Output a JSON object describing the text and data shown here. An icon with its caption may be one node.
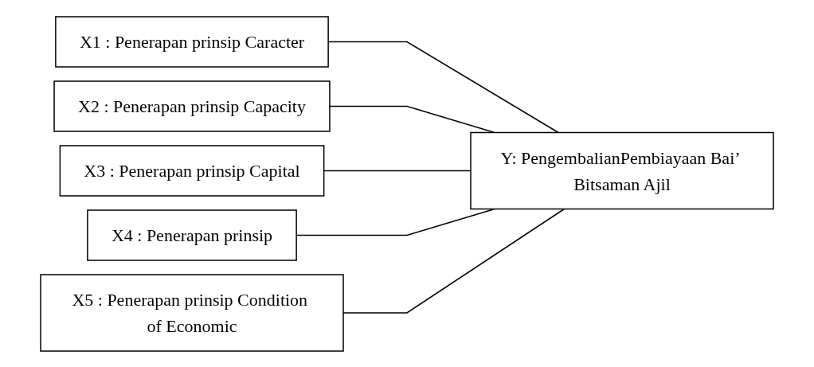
{
  "diagram": {
    "nodes": [
      {
        "text": [
          "X1 : Penerapan prinsip Caracter"
        ]
      },
      {
        "text": [
          "X2 : Penerapan prinsip Capacity"
        ]
      },
      {
        "text": [
          "X3 : Penerapan prinsip Capital"
        ]
      },
      {
        "text": [
          "X4 : Penerapan prinsip"
        ]
      },
      {
        "text": [
          "X5 : Penerapan prinsip Condition of Economic"
        ]
      },
      {
        "text": [
          "Y: PengembalianPembiayaan Bai’ Bitsaman Ajil"
        ]
      }
    ],
    "edges": [
      {
        "from": 0,
        "to": 5,
        "arrow": "none"
      },
      {
        "from": 1,
        "to": 5,
        "arrow": "none"
      },
      {
        "from": 2,
        "to": 5,
        "arrow": "none"
      },
      {
        "from": 3,
        "to": 5,
        "arrow": "none"
      },
      {
        "from": 4,
        "to": 5,
        "arrow": "none"
      }
    ]
  }
}
